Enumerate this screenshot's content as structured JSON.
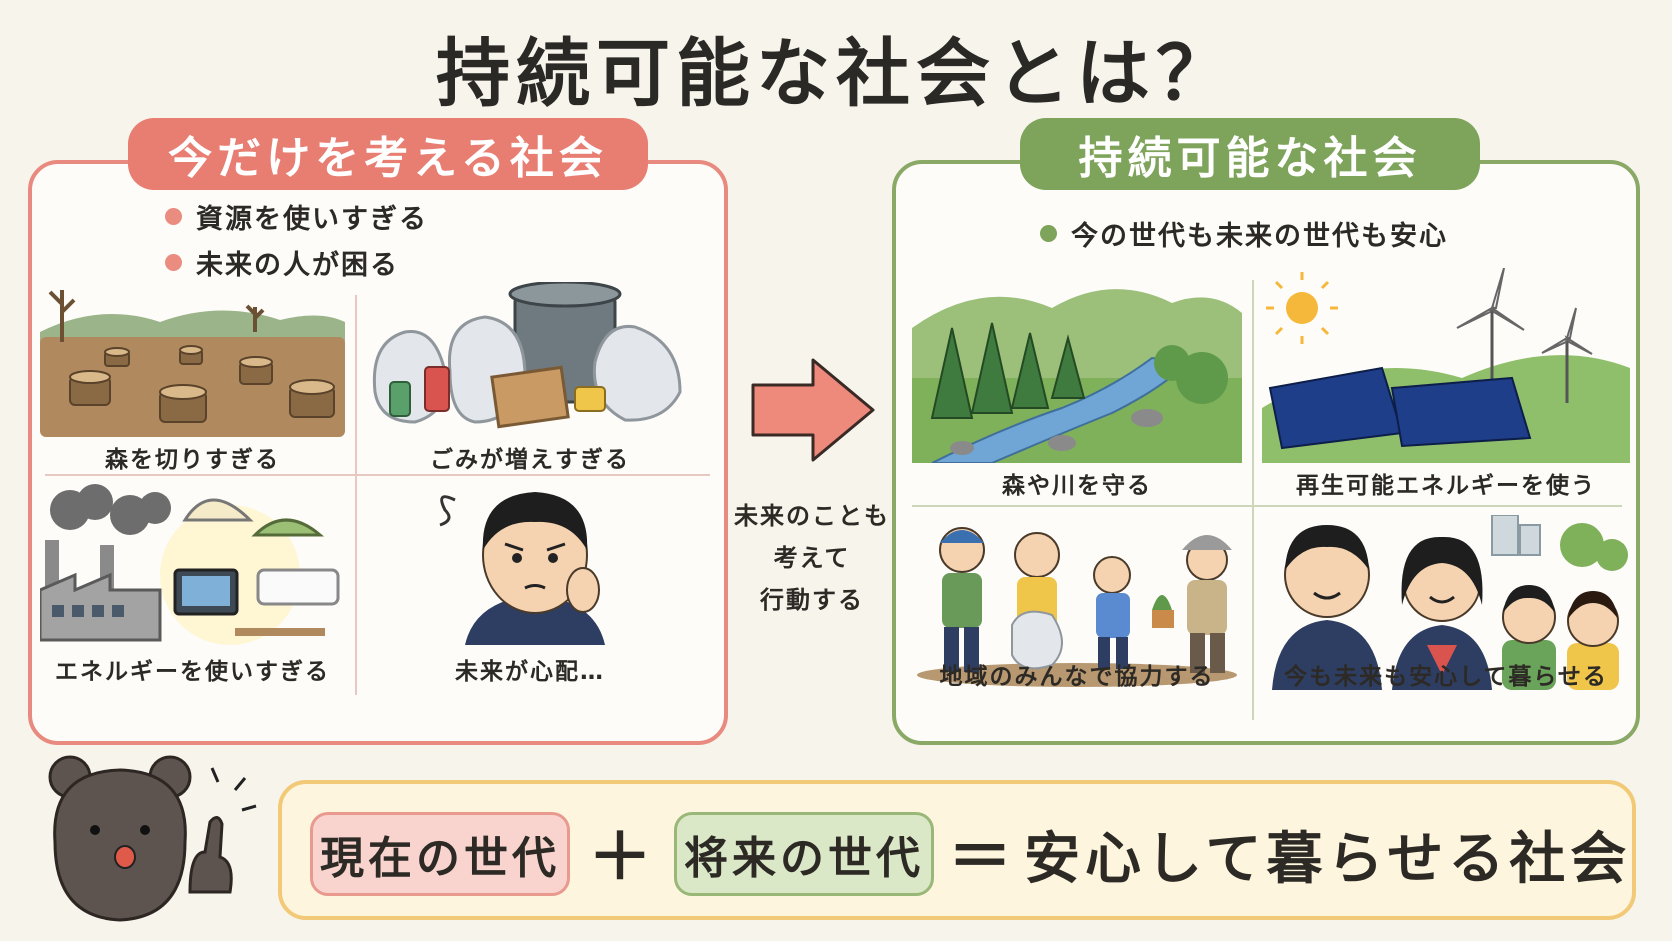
{
  "title": "持続可能な社会とは？",
  "left_panel": {
    "heading": "今だけを考える社会",
    "accent": "#e87d72",
    "bullets": [
      "資源を使いすぎる",
      "未来の人が困る"
    ],
    "cells": [
      {
        "caption": "森を切りすぎる",
        "icon": "tree-stumps-illustration"
      },
      {
        "caption": "ごみが増えすぎる",
        "icon": "garbage-pile-illustration"
      },
      {
        "caption": "エネルギーを使いすぎる",
        "icon": "factory-appliances-illustration"
      },
      {
        "caption": "未来が心配…",
        "icon": "worried-boy-illustration"
      }
    ]
  },
  "middle": {
    "arrow": "right-arrow-icon",
    "lines": [
      "未来のことも",
      "考えて",
      "行動する"
    ]
  },
  "right_panel": {
    "heading": "持続可能な社会",
    "accent": "#7ea35a",
    "bullets": [
      "今の世代も未来の世代も安心"
    ],
    "cells": [
      {
        "caption": "森や川を守る",
        "icon": "forest-river-illustration"
      },
      {
        "caption": "再生可能エネルギーを使う",
        "icon": "solar-wind-illustration"
      },
      {
        "caption": "地域のみんなで協力する",
        "icon": "community-cleanup-illustration"
      },
      {
        "caption": "今も未来も安心して暮らせる",
        "icon": "happy-family-illustration"
      }
    ]
  },
  "equation": {
    "term1": "現在の世代",
    "plus": "＋",
    "term2": "将来の世代",
    "equals": "＝",
    "result": "安心して暮らせる社会"
  }
}
